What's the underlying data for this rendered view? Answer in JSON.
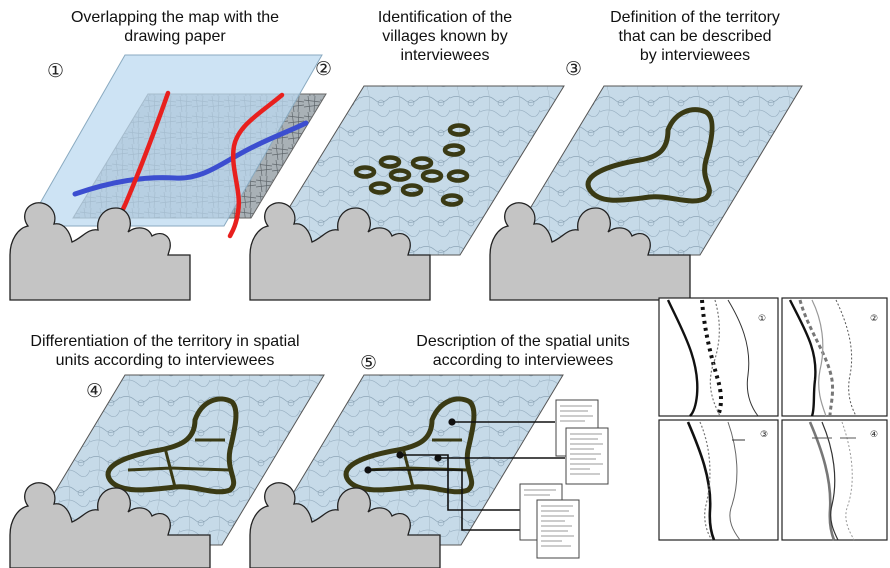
{
  "steps": [
    {
      "number": "①",
      "caption": "Overlapping the map with the\ndrawing paper"
    },
    {
      "number": "②",
      "caption": "Identification of the\nvillages known by\ninterviewees"
    },
    {
      "number": "③",
      "caption": "Definition of the territory\nthat can be described\nby interviewees"
    },
    {
      "number": "④",
      "caption": "Differentiation of the territory in spatial\nunits according to interviewees"
    },
    {
      "number": "⑤",
      "caption": "Description of the spatial units\naccording to interviewees"
    }
  ],
  "panels": [
    {
      "number": "①"
    },
    {
      "number": "②"
    },
    {
      "number": "③"
    },
    {
      "number": "④"
    }
  ],
  "colors": {
    "map_fill": "#c3d8e6",
    "map_stroke": "#555555",
    "heads_fill": "#c4c4c4",
    "outline": "#3a3a14",
    "road": "#e8201e",
    "river": "#3c4ed0",
    "overlay": "#bcd9f0"
  }
}
